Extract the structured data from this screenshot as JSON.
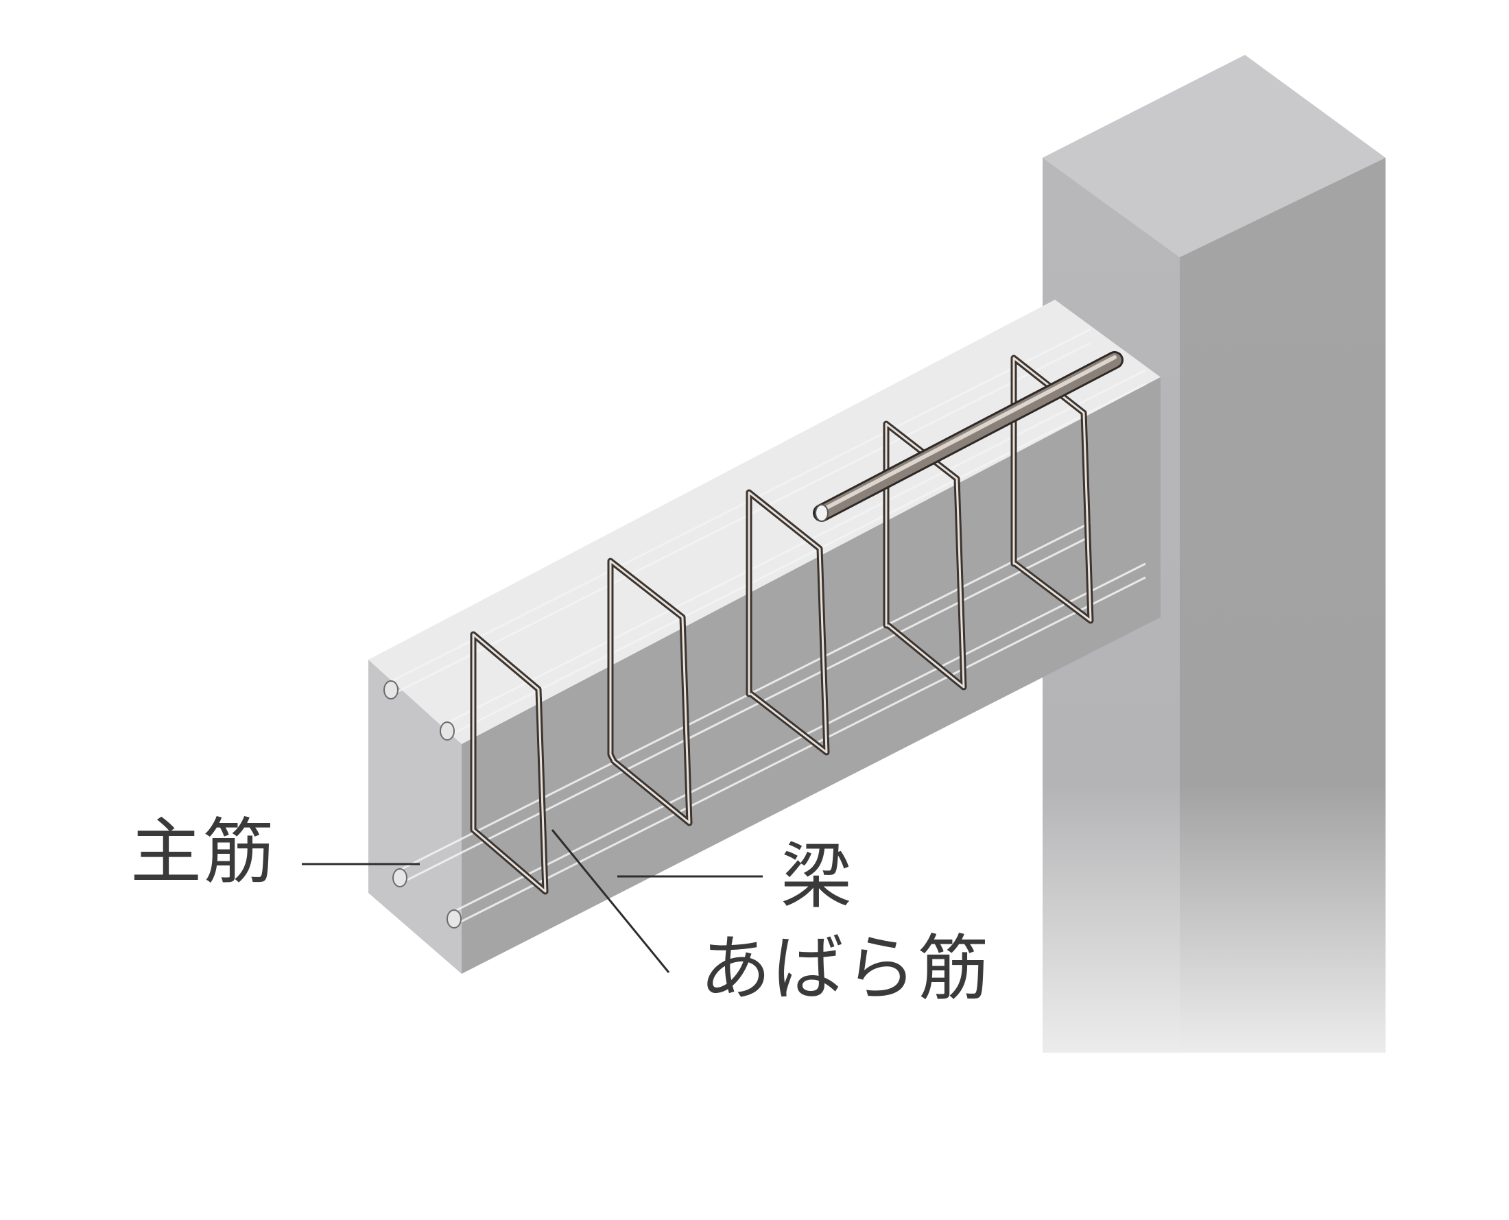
{
  "labels": {
    "main_rebar": "主筋",
    "beam": "梁",
    "stirrup": "あばら筋"
  },
  "colors": {
    "background": "#ffffff",
    "column_front": "#b7b7b9",
    "column_side": "#a3a3a3",
    "column_top": "#c9c9cb",
    "beam_top": "#ebebec",
    "beam_end": "#c6c6c8",
    "beam_front": "#a5a5a6",
    "rebar_dark": "#3b3430",
    "rebar_light": "#e8e2da",
    "leader_line": "#2d2d2d",
    "label_text": "#3a3a3a"
  },
  "icons": {
    "stirrup": "rectangular-stirrup-loop",
    "main_rebar": "longitudinal-bar"
  }
}
